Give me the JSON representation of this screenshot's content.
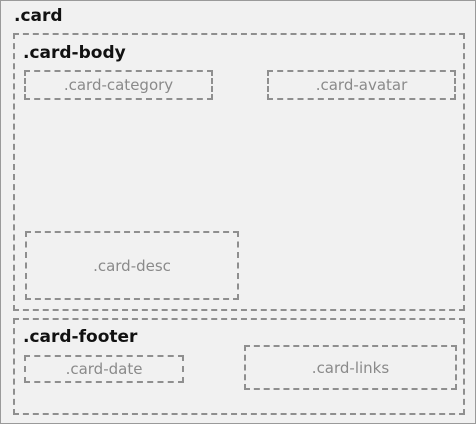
{
  "labels": {
    "card": ".card",
    "card_body": ".card-body",
    "card_category": ".card-category",
    "card_avatar": ".card-avatar",
    "card_desc": ".card-desc",
    "card_footer": ".card-footer",
    "card_date": ".card-date",
    "card_links": ".card-links"
  }
}
